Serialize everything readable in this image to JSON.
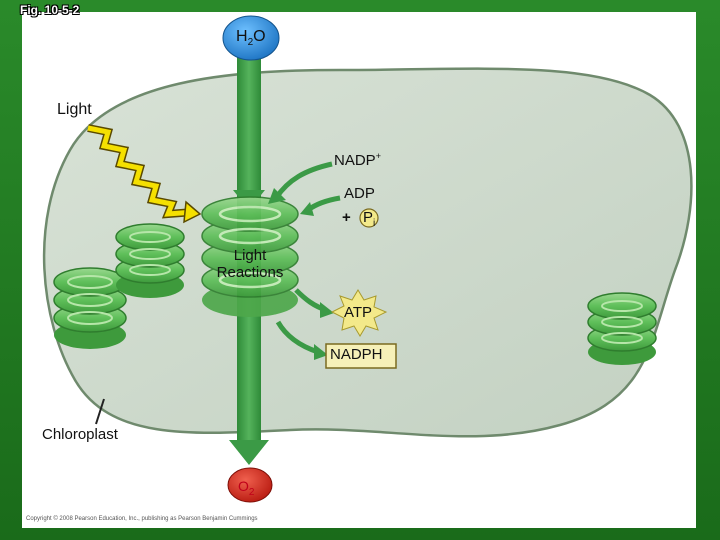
{
  "figure_label": "Fig. 10-5-2",
  "labels": {
    "h2o": "H",
    "h2o_sub": "2",
    "h2o_tail": "O",
    "light": "Light",
    "nadp": "NADP",
    "nadp_sup": "+",
    "adp": "ADP",
    "plus": "+",
    "pi": "P",
    "pi_sub": "i",
    "reactions_line1": "Light",
    "reactions_line2": "Reactions",
    "atp": "ATP",
    "nadph": "NADPH",
    "chloroplast": "Chloroplast",
    "o2": "O",
    "o2_sub": "2"
  },
  "copyright": "Copyright © 2008 Pearson Education, Inc., publishing as Pearson Benjamin Cummings",
  "colors": {
    "background_green": "#1f7a1f",
    "stroma": "#cdd9cc",
    "arrow_green": "#3b9a46",
    "h2o_circle": "#2f8fd8",
    "o2_circle": "#d0281e",
    "atp_burst": "#f3e98a",
    "nadph_box": "#f6f0b8",
    "lightning": "#f5e000"
  }
}
